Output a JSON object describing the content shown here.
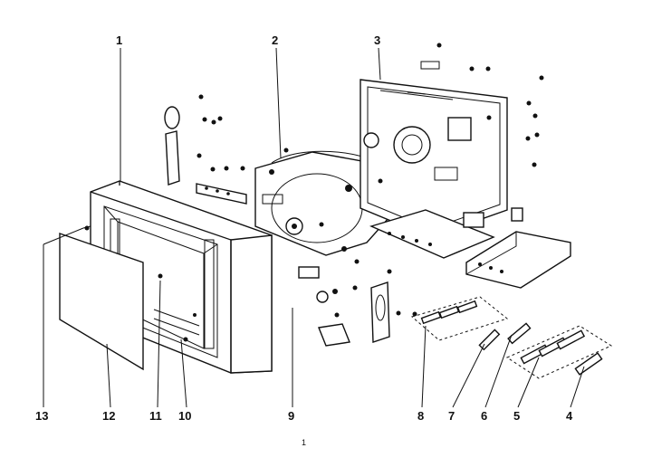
{
  "diagram": {
    "callouts": [
      "1",
      "2",
      "3",
      "4",
      "5",
      "6",
      "7",
      "8",
      "9",
      "10",
      "11",
      "12",
      "13"
    ],
    "footer_mark": "1"
  },
  "colors": {
    "ink": "#111111",
    "paper": "#ffffff"
  }
}
